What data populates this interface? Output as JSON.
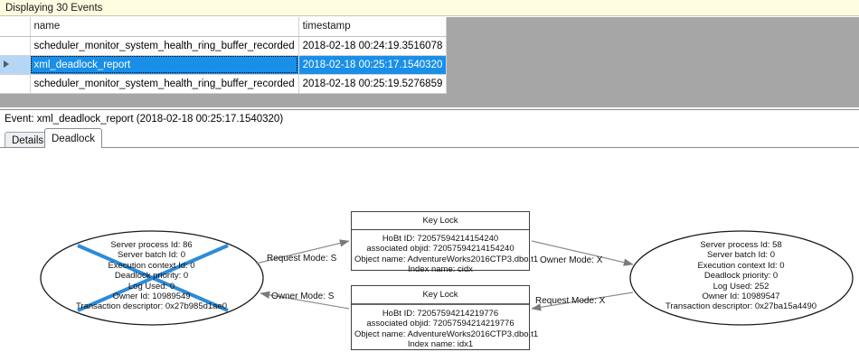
{
  "header": {
    "events_status": "Displaying 30 Events"
  },
  "grid": {
    "columns": [
      "name",
      "timestamp"
    ],
    "rows": [
      {
        "selected": false,
        "marker": "",
        "name": "scheduler_monitor_system_health_ring_buffer_recorded",
        "timestamp": "2018-02-18 00:24:19.3516078"
      },
      {
        "selected": true,
        "marker": "row-arrow-icon",
        "name": "xml_deadlock_report",
        "timestamp": "2018-02-18 00:25:17.1540320"
      },
      {
        "selected": false,
        "marker": "",
        "name": "scheduler_monitor_system_health_ring_buffer_recorded",
        "timestamp": "2018-02-18 00:25:19.5276859"
      }
    ]
  },
  "event_caption": "Event: xml_deadlock_report (2018-02-18 00:25:17.1540320)",
  "tabs": [
    {
      "label": "Details",
      "active": false
    },
    {
      "label": "Deadlock",
      "active": true
    }
  ],
  "deadlock_graph": {
    "process_left": {
      "victim": true,
      "lines": [
        "Server process Id: 86",
        "Server batch Id: 0",
        "Execution context Id: 0",
        "Deadlock priority: 0",
        "Log Used: 0",
        "Owner Id: 10989549",
        "Transaction descriptor: 0x27b985d1ae0"
      ]
    },
    "process_right": {
      "victim": false,
      "lines": [
        "Server process Id: 58",
        "Server batch Id: 0",
        "Execution context Id: 0",
        "Deadlock priority: 0",
        "Log Used: 252",
        "Owner Id: 10989547",
        "Transaction descriptor: 0x27ba15a4490"
      ]
    },
    "lock_top": {
      "title": "Key Lock",
      "lines": [
        "HoBt ID: 72057594214154240",
        "associated objid: 72057594214154240",
        "Object name: AdventureWorks2016CTP3.dbo.t1",
        "Index name: cidx"
      ]
    },
    "lock_bottom": {
      "title": "Key Lock",
      "lines": [
        "HoBt ID: 72057594214219776",
        "associated objid: 72057594214219776",
        "Object name: AdventureWorks2016CTP3.dbo.t1",
        "Index name: idx1"
      ]
    },
    "edges": {
      "left_request": "Request Mode: S",
      "left_owner": "Owner Mode: S",
      "right_owner": "Owner Mode: X",
      "right_request": "Request Mode: X"
    }
  },
  "colors": {
    "selection_blue": "#1a8fe8",
    "header_yellow": "#fdfce0",
    "victim_cross": "#2e8bd8",
    "grid_gray": "#a6a6a6"
  }
}
